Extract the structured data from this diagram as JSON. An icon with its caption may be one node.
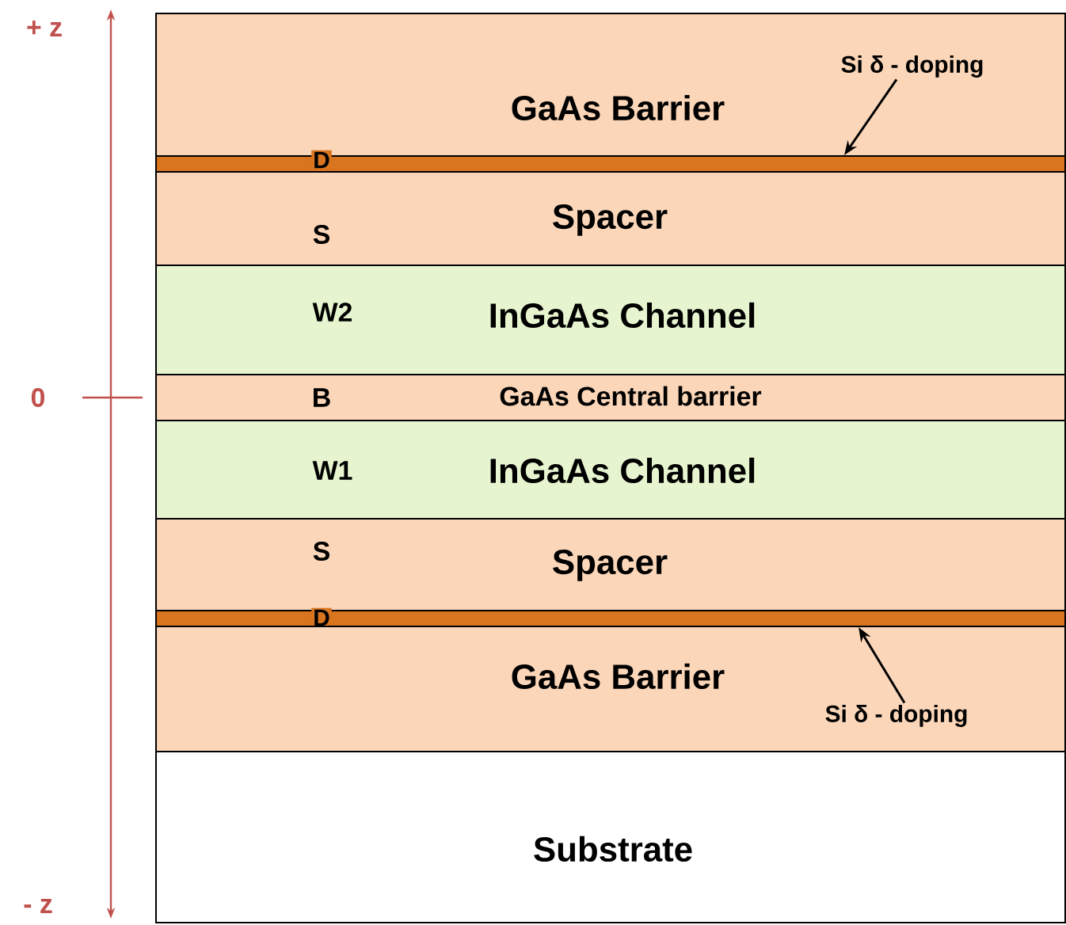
{
  "diagram": {
    "nodes": [
      {
        "text": [
          "GaAs Barrier"
        ]
      },
      {
        "text": [
          "D"
        ]
      },
      {
        "text": [
          "S",
          "Spacer"
        ]
      },
      {
        "text": [
          "W2",
          "InGaAs Channel"
        ]
      },
      {
        "text": [
          "B",
          "GaAs Central barrier"
        ]
      },
      {
        "text": [
          "W1",
          "InGaAs Channel"
        ]
      },
      {
        "text": [
          "S",
          "Spacer"
        ]
      },
      {
        "text": [
          "D"
        ]
      },
      {
        "text": [
          "GaAs Barrier"
        ]
      },
      {
        "text": [
          "Substrate"
        ]
      },
      {
        "text": [
          "Si δ - doping"
        ],
        "in": 0
      },
      {
        "text": [
          "Si δ - doping"
        ],
        "in": 8
      }
    ],
    "edges": [
      {
        "from": 10,
        "to": 1,
        "arrow": "to"
      },
      {
        "from": 11,
        "to": 7,
        "arrow": "to"
      }
    ],
    "labels": [
      "+ z",
      "0",
      "- z"
    ]
  }
}
